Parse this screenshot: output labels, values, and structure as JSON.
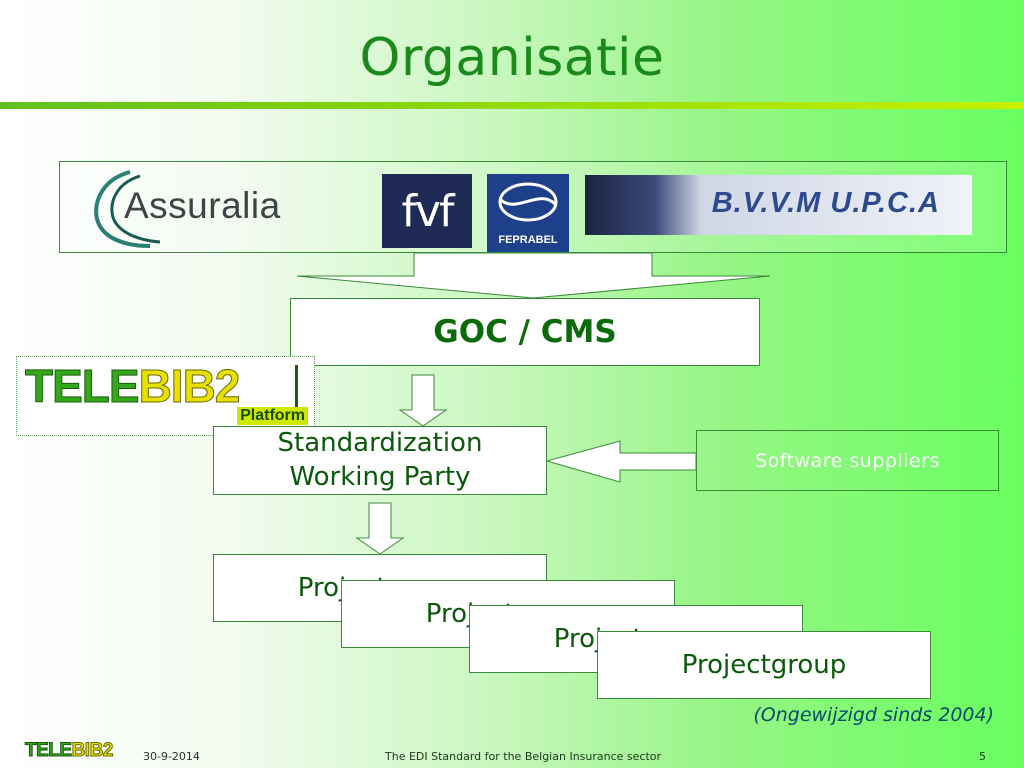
{
  "title": "Organisatie",
  "partners": {
    "assuralia": "Assuralia",
    "fvf": "fvf",
    "feprabel": "FEPRABEL",
    "bvvm": "B.V.V.M  U.P.C.A"
  },
  "goc": "GOC / CMS",
  "telebib": {
    "part1": "TELE",
    "part2": "BIB",
    "part3": "2",
    "platform": "Platform"
  },
  "swp": {
    "line1": "Standardization",
    "line2": "Working Party"
  },
  "software_suppliers": "Software suppliers",
  "projectgroups": [
    "Projectgroup",
    "Projectgroup",
    "Projectgroup",
    "Projectgroup"
  ],
  "note": "(Ongewijzigd sinds 2004)",
  "footer": {
    "logo_part1": "TELE",
    "logo_part2": "BIB",
    "logo_part3": "2",
    "date": "30-9-2014",
    "title": "The EDI Standard for the Belgian Insurance sector",
    "page": "5"
  },
  "colors": {
    "title": "#1a8a1a",
    "box_border": "#3a8a3a",
    "text_green": "#0b5a0b"
  }
}
